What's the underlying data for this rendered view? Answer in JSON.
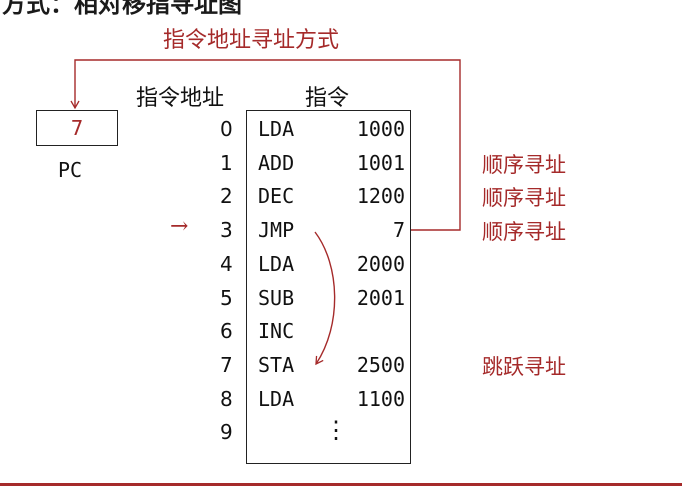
{
  "page_title": "方式：相对移指寻址图",
  "diagram_title": "指令地址寻址方式",
  "pc": {
    "value": "7",
    "label": "PC"
  },
  "headers": {
    "address": "指令地址",
    "instruction": "指令"
  },
  "rows": [
    {
      "addr": "0",
      "op": "LDA",
      "operand": "1000",
      "note": ""
    },
    {
      "addr": "1",
      "op": "ADD",
      "operand": "1001",
      "note": "顺序寻址"
    },
    {
      "addr": "2",
      "op": "DEC",
      "operand": "1200",
      "note": "顺序寻址"
    },
    {
      "addr": "3",
      "op": "JMP",
      "operand": "7",
      "note": "顺序寻址"
    },
    {
      "addr": "4",
      "op": "LDA",
      "operand": "2000",
      "note": ""
    },
    {
      "addr": "5",
      "op": "SUB",
      "operand": "2001",
      "note": ""
    },
    {
      "addr": "6",
      "op": "INC",
      "operand": "",
      "note": ""
    },
    {
      "addr": "7",
      "op": "STA",
      "operand": "2500",
      "note": "跳跃寻址"
    },
    {
      "addr": "8",
      "op": "LDA",
      "operand": "1100",
      "note": ""
    },
    {
      "addr": "9",
      "op": "",
      "operand": "",
      "note": ""
    }
  ],
  "current_marker": {
    "symbol": "→",
    "row": 3
  },
  "continuation": "⋮",
  "colors": {
    "accent": "#a52a2a",
    "line": "#222222"
  }
}
